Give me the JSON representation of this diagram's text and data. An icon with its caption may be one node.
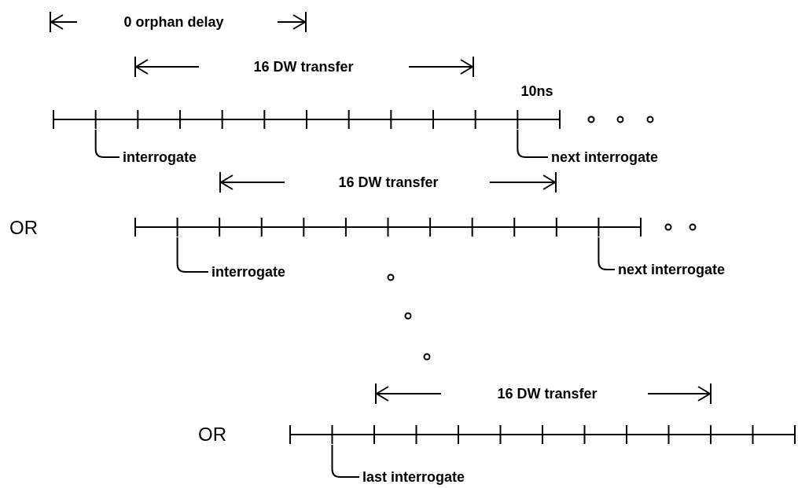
{
  "diagram": {
    "nodes": [
      {
        "text": [
          "interrogate"
        ]
      },
      {
        "text": [
          "next interrogate"
        ]
      },
      {
        "text": [
          "interrogate"
        ]
      },
      {
        "text": [
          "next interrogate"
        ]
      },
      {
        "text": [
          "last interrogate"
        ]
      }
    ],
    "edges": [
      {
        "from": 0,
        "to": null,
        "arrow": "none"
      },
      {
        "from": 1,
        "to": null,
        "arrow": "none"
      },
      {
        "from": 2,
        "to": null,
        "arrow": "none"
      },
      {
        "from": 3,
        "to": null,
        "arrow": "none"
      },
      {
        "from": 4,
        "to": null,
        "arrow": "none"
      }
    ],
    "labels": [
      "0 orphan delay",
      "16 DW transfer",
      "10ns",
      "16 DW transfer",
      "OR",
      "16 DW transfer",
      "OR"
    ]
  }
}
